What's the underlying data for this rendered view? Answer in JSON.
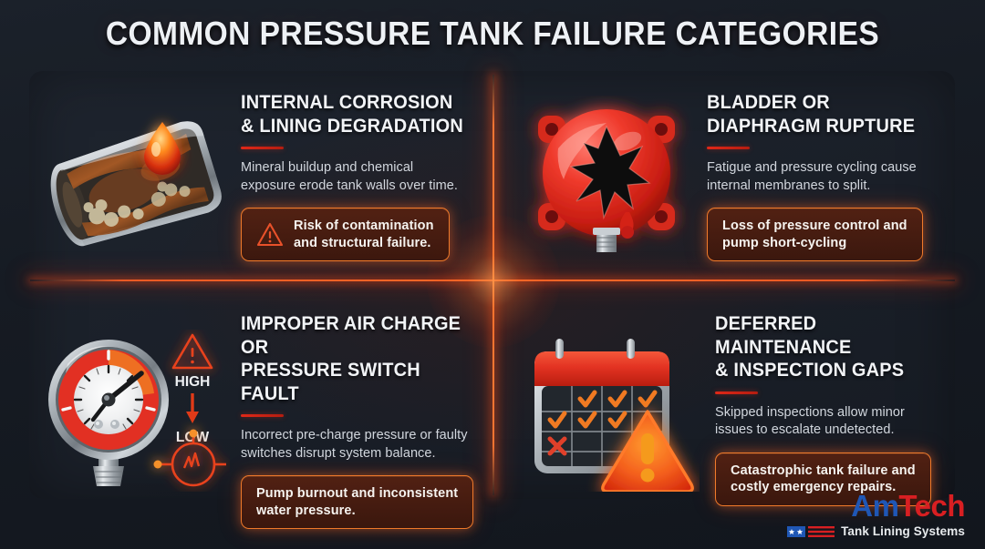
{
  "title": "COMMON PRESSURE TANK FAILURE CATEGORIES",
  "quadrants": [
    {
      "id": "internal-corrosion",
      "heading": "INTERNAL CORROSION\n& LINING DEGRADATION",
      "body": "Mineral buildup and chemical\nexposure erode tank walls over time.",
      "callout": "Risk of contamination\nand structural failure.",
      "callout_icon": "warning-triangle-icon",
      "has_callout_icon": true,
      "illustration": "corroded-pipe-cutaway-illustration"
    },
    {
      "id": "bladder-rupture",
      "heading": "BLADDER OR\nDIAPHRAGM RUPTURE",
      "body": "Fatigue and pressure cycling cause\ninternal membranes to split.",
      "callout": "Loss of pressure control and\npump short-cycling",
      "callout_icon": null,
      "has_callout_icon": false,
      "illustration": "ruptured-bladder-illustration"
    },
    {
      "id": "improper-air-charge",
      "heading": "IMPROPER AIR CHARGE OR\nPRESSURE SWITCH FAULT",
      "body": "Incorrect pre-charge pressure or faulty\nswitches disrupt system balance.",
      "callout": "Pump burnout and inconsistent\nwater pressure.",
      "callout_icon": null,
      "has_callout_icon": false,
      "illustration": "pressure-gauge-illustration",
      "gauge_labels": {
        "high": "HIGH",
        "low": "LOW"
      }
    },
    {
      "id": "deferred-maintenance",
      "heading": "DEFERRED MAINTENANCE\n& INSPECTION GAPS",
      "body": "Skipped inspections allow minor\nissues to escalate undetected.",
      "callout": "Catastrophic tank failure and\ncostly emergency repairs.",
      "callout_icon": null,
      "has_callout_icon": false,
      "illustration": "calendar-warning-illustration"
    }
  ],
  "logo": {
    "word_first": "Am",
    "word_second": "Tech",
    "tagline": "Tank Lining Systems",
    "flag_icon": "us-flag-icon"
  },
  "colors": {
    "background": "#171c24",
    "panel": "#1e242e",
    "divider_red": "#ff6a28",
    "rule_red": "#e02818",
    "callout_border": "#f07a2a",
    "callout_fill": "#562111",
    "heading_text": "#f2f4f7",
    "body_text": "#d2d7de",
    "logo_blue": "#1f57b5",
    "logo_red": "#d81f22"
  }
}
